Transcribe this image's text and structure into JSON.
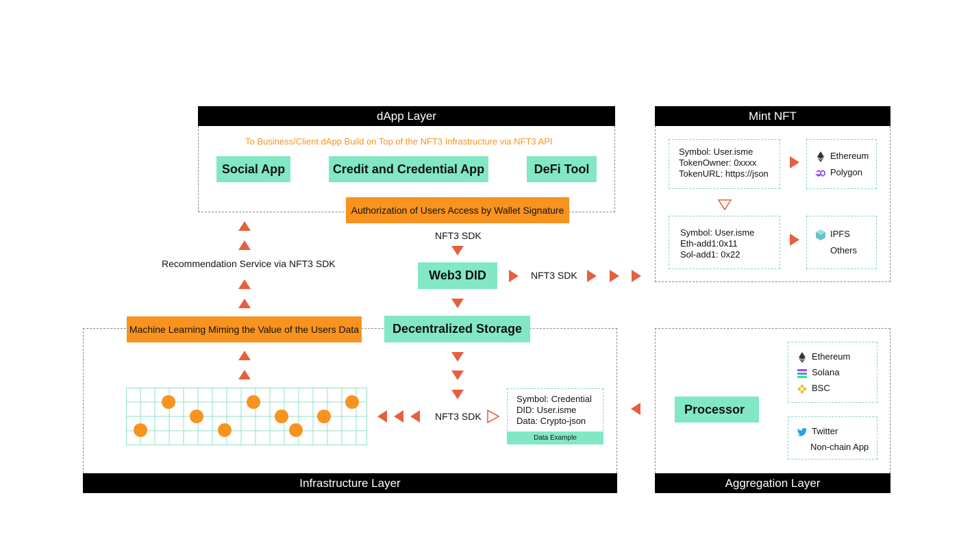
{
  "dapp_layer": {
    "title": "dApp Layer",
    "subtitle": "To Business/Client dApp Build on Top of the NFT3 Infrastructure via NFT3 API",
    "apps": [
      "Social App",
      "Credit and Credential App",
      "DeFi Tool"
    ],
    "authorization": "Authorization of Users Access by Wallet Signature"
  },
  "middle": {
    "sdk_label_top": "NFT3 SDK",
    "web3_did": "Web3 DID",
    "sdk_label_right": "NFT3 SDK",
    "recommendation": "Recommendation Service via NFT3 SDK",
    "decentralized_storage": "Decentralized Storage",
    "machine_learning": "Machine Learning Miming the Value of the Users Data"
  },
  "mint_nft": {
    "title": "Mint NFT",
    "box1": [
      "Symbol: User.isme",
      "TokenOwner: 0xxxx",
      "TokenURL: https://json"
    ],
    "chains1": [
      "Ethereum",
      "Polygon"
    ],
    "box2": [
      "Symbol: User.isme",
      "Eth-add1:0x11",
      "Sol-add1: 0x22"
    ],
    "chains2": [
      "IPFS",
      "Others"
    ]
  },
  "infrastructure": {
    "title": "Infrastructure Layer",
    "sdk_label": "NFT3 SDK",
    "data_example": [
      "Symbol: Credential",
      "DID: User.isme",
      "Data: Crypto-json"
    ],
    "data_example_caption": "Data Example"
  },
  "aggregation": {
    "title": "Aggregation Layer",
    "processor": "Processor",
    "chains": [
      "Ethereum",
      "Solana",
      "BSC"
    ],
    "apps": [
      "Twitter",
      "Non-chain App"
    ]
  },
  "colors": {
    "mint": "#82e8c4",
    "orange": "#f7931e",
    "arrow": "#e5603e",
    "grid": "#8fe0c9"
  }
}
